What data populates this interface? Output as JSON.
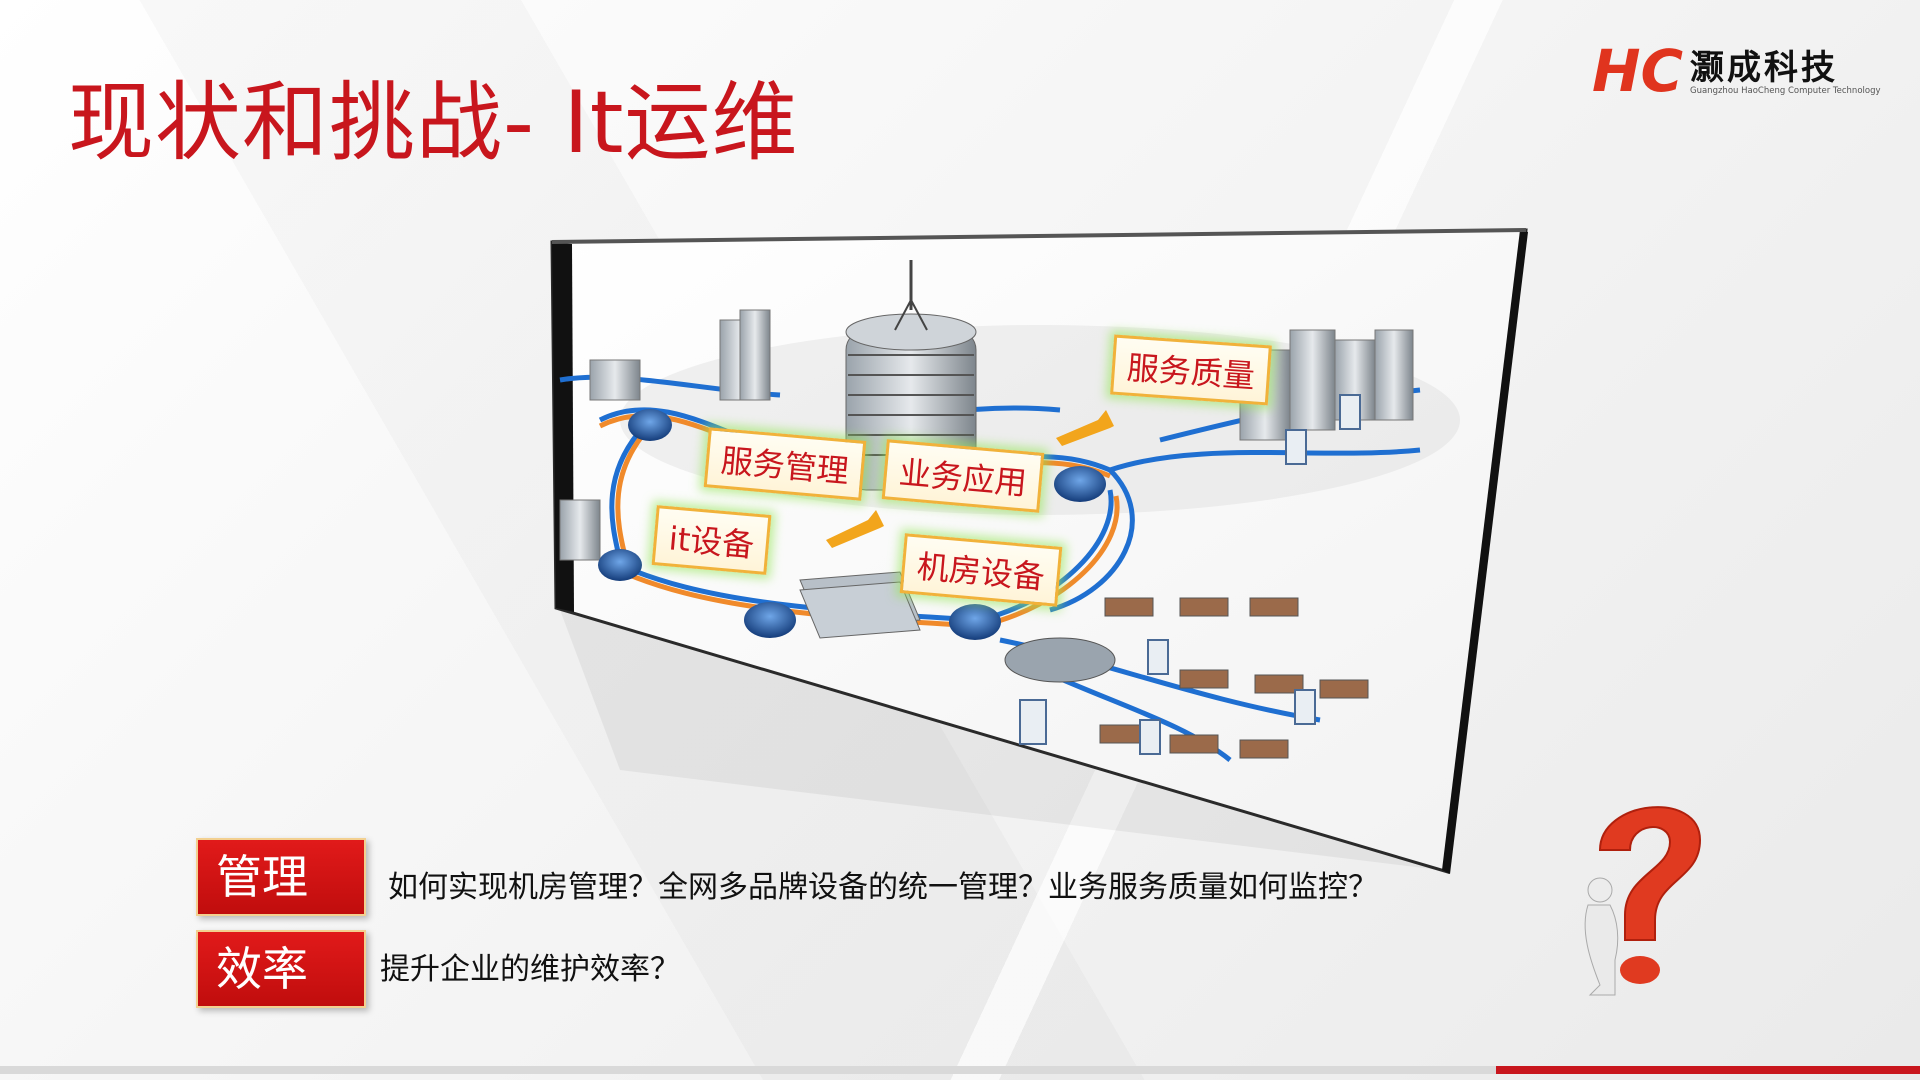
{
  "slide": {
    "title": "现状和挑战- It运维"
  },
  "logo": {
    "mark": "HC",
    "name": "灏成科技",
    "subtitle": "Guangzhou HaoCheng Computer Technology"
  },
  "diagram": {
    "labels": {
      "service_quality": "服务质量",
      "service_management": "服务管理",
      "business_application": "业务应用",
      "it_equipment": "it设备",
      "machine_room": "机房设备"
    }
  },
  "rows": [
    {
      "badge": "管理",
      "text": "如何实现机房管理？全网多品牌设备的统一管理？业务服务质量如何监控？"
    },
    {
      "badge": "效率",
      "text": "提升企业的维护效率？"
    }
  ],
  "colors": {
    "accent": "#c8161d",
    "badge": "#d9161a",
    "network_blue": "#1f6fd1",
    "network_orange": "#f08a2b"
  }
}
